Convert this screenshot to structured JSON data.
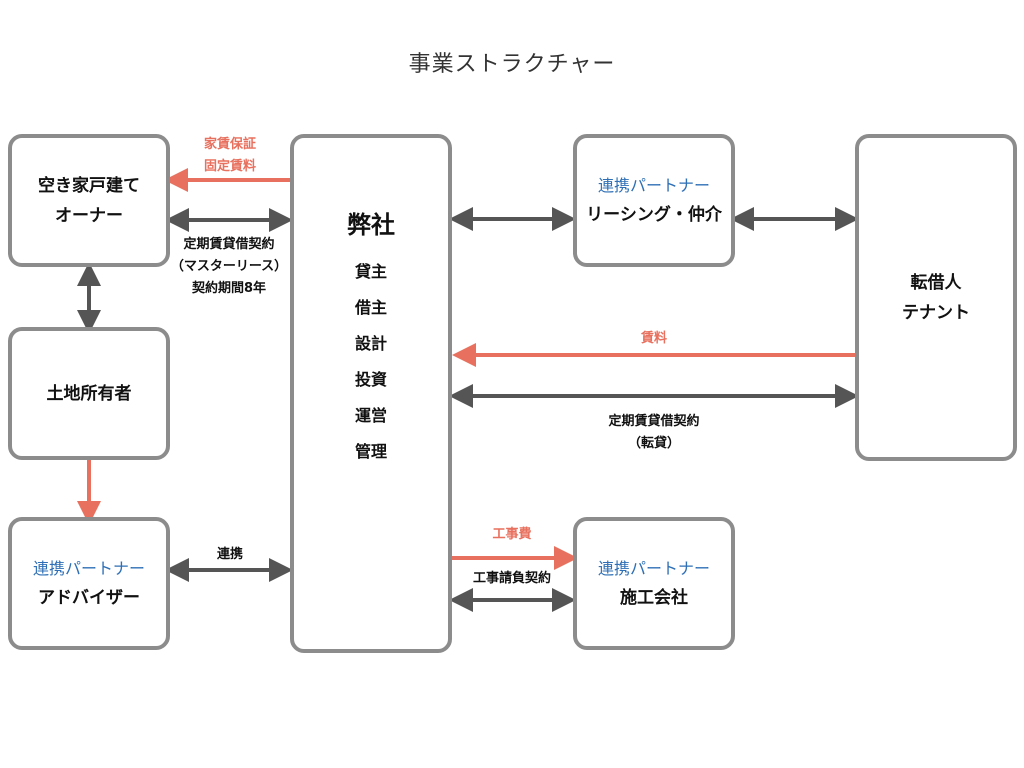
{
  "title": "事業ストラクチャー",
  "colors": {
    "partner": "#2e6fb5",
    "money_flow": "#e8705e",
    "contract": "#555555",
    "border": "#8c8c8c"
  },
  "nodes": {
    "owner": {
      "line1": "空き家戸建て",
      "line2": "オーナー"
    },
    "landowner": {
      "label": "土地所有者"
    },
    "advisor": {
      "partner": "連携パートナー",
      "label": "アドバイザー"
    },
    "company": {
      "name": "弊社",
      "roles": [
        "貸主",
        "借主",
        "設計",
        "投資",
        "運営",
        "管理"
      ]
    },
    "leasing": {
      "partner": "連携パートナー",
      "label": "リーシング・仲介"
    },
    "tenant": {
      "line1": "転借人",
      "line2": "テナント"
    },
    "construction": {
      "partner": "連携パートナー",
      "label": "施工会社"
    }
  },
  "edges": {
    "rent_guarantee": {
      "line1": "家賃保証",
      "line2": "固定賃料"
    },
    "master_lease": {
      "line1": "定期賃貸借契約",
      "line2": "（マスターリース）",
      "line3": "契約期間8年"
    },
    "rent": {
      "label": "賃料"
    },
    "sublease": {
      "line1": "定期賃貸借契約",
      "line2": "（転貸）"
    },
    "partnership": {
      "label": "連携"
    },
    "construction_cost": {
      "label": "工事費"
    },
    "construction_contract": {
      "label": "工事請負契約"
    }
  }
}
